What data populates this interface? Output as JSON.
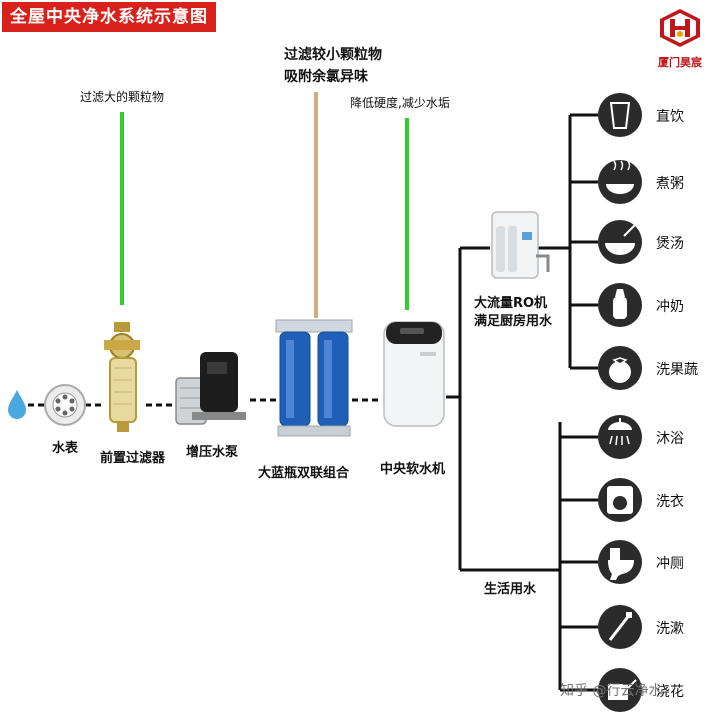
{
  "title": "全屋中央净水系统示意图",
  "brand": "厦门昊宸",
  "annotations": {
    "prefilter_note": "过滤大的颗粒物",
    "bigblue_note_line1": "过滤较小颗粒物",
    "bigblue_note_line2": "吸附余氯异味",
    "softener_note": "降低硬度,减少水垢"
  },
  "devices": {
    "meter": "水表",
    "prefilter": "前置过滤器",
    "pump": "增压水泵",
    "big_blue": "大蓝瓶双联组合",
    "softener": "中央软水机",
    "ro_line1": "大流量RO机",
    "ro_line2": "满足厨房用水",
    "domestic": "生活用水"
  },
  "kitchen_uses": [
    "直饮",
    "煮粥",
    "煲汤",
    "冲奶",
    "洗果蔬"
  ],
  "domestic_uses": [
    "沐浴",
    "洗衣",
    "冲厕",
    "洗漱",
    "浇花"
  ],
  "watermark": "知乎 @行云净水",
  "colors": {
    "title_bg": "#d9211b",
    "note_line_green": "#2fcf2f",
    "note_line_tan": "#d2ad82",
    "pipe": "#111111",
    "icon_bg": "#2b2b2b",
    "brand_red": "#c0171b"
  }
}
